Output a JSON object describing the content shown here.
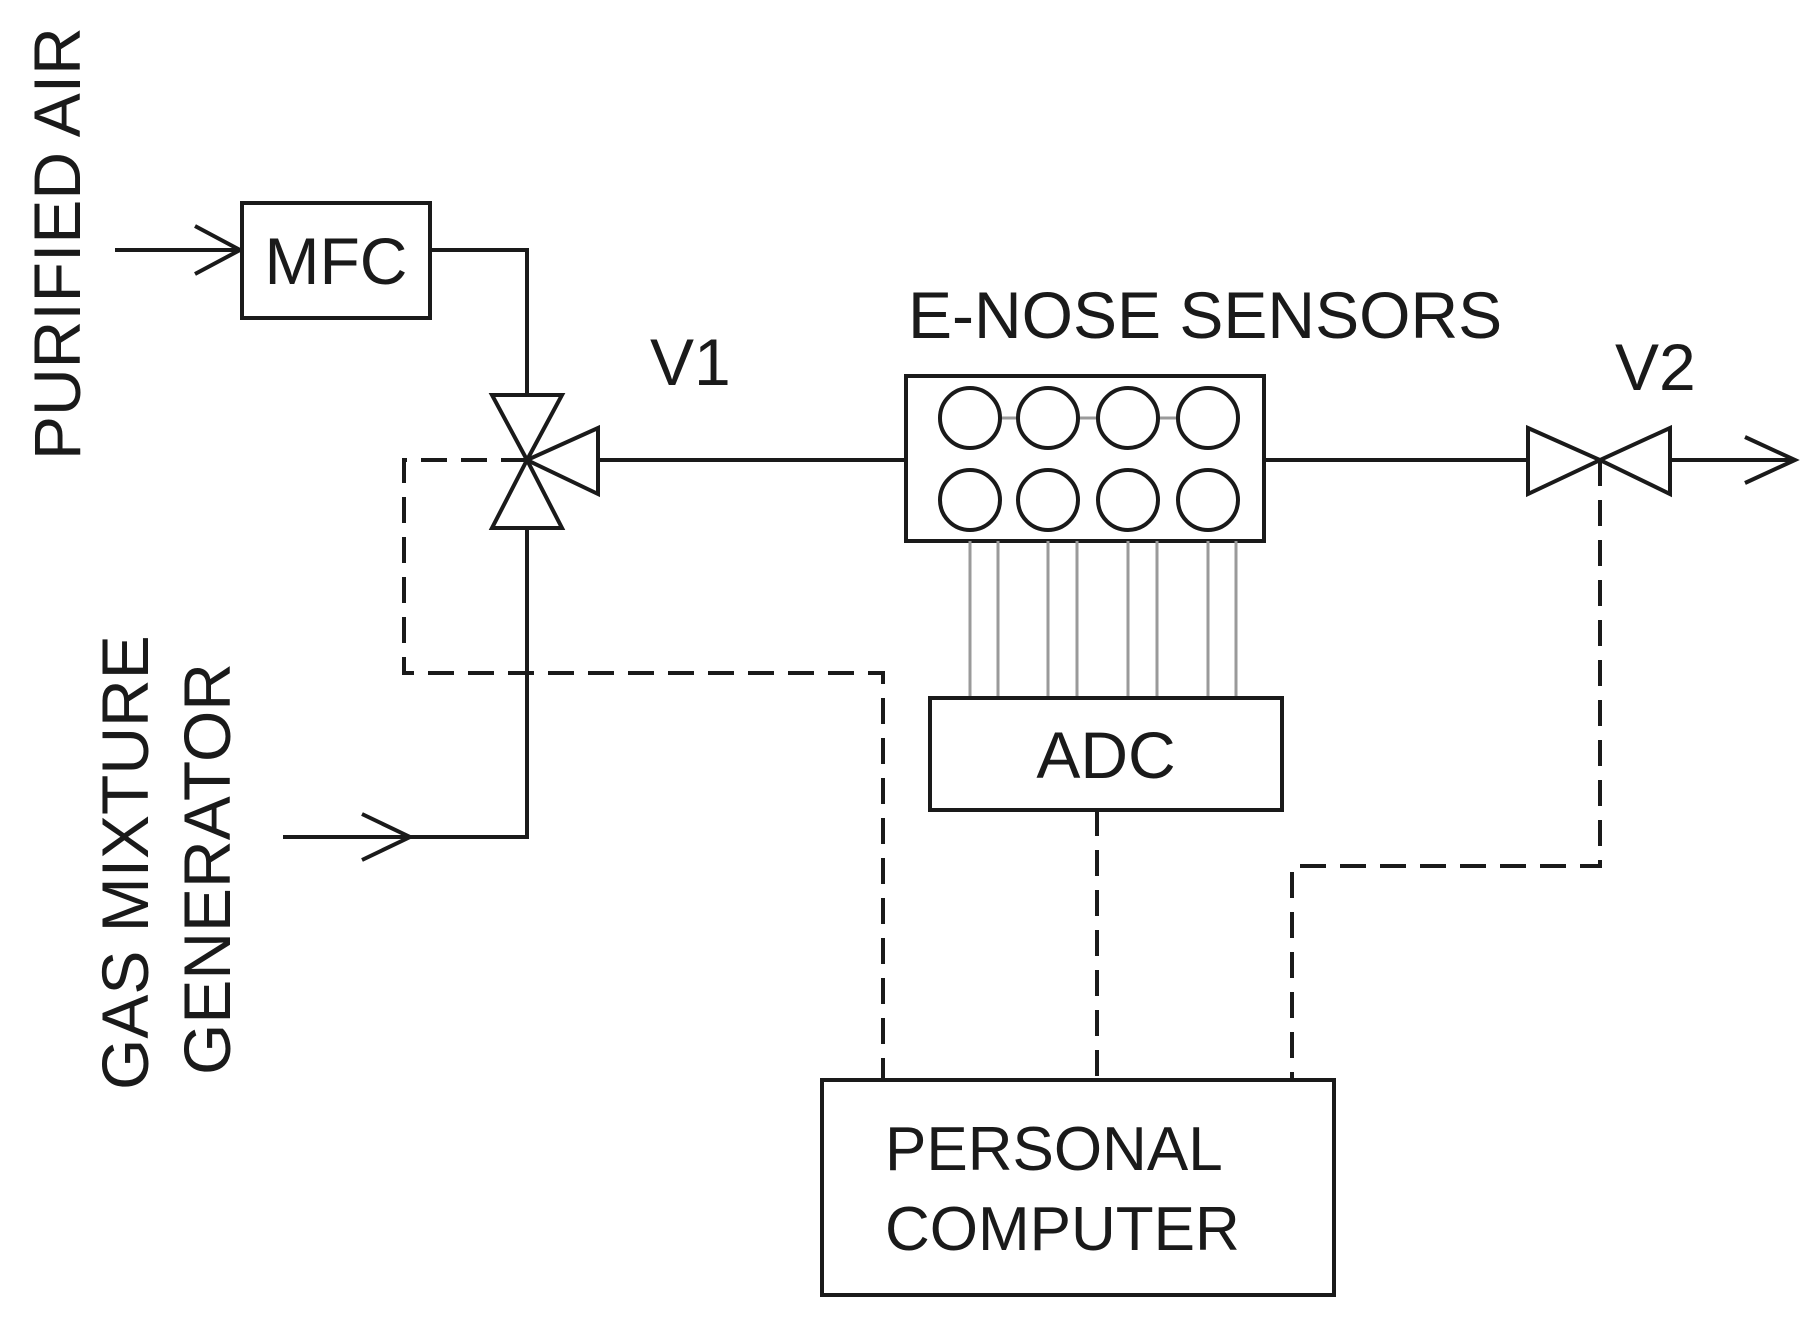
{
  "labels": {
    "purified_air": "PURIFIED AIR",
    "gas_mixture_line1": "GAS MIXTURE",
    "gas_mixture_line2": "GENERATOR",
    "mfc": "MFC",
    "v1": "V1",
    "v2": "V2",
    "enose": "E-NOSE SENSORS",
    "adc": "ADC",
    "pc_line1": "PERSONAL",
    "pc_line2": "COMPUTER"
  },
  "sensor_count": 8,
  "colors": {
    "line": "#1a1a1a",
    "wire": "#9a9a9a",
    "background": "#ffffff"
  }
}
